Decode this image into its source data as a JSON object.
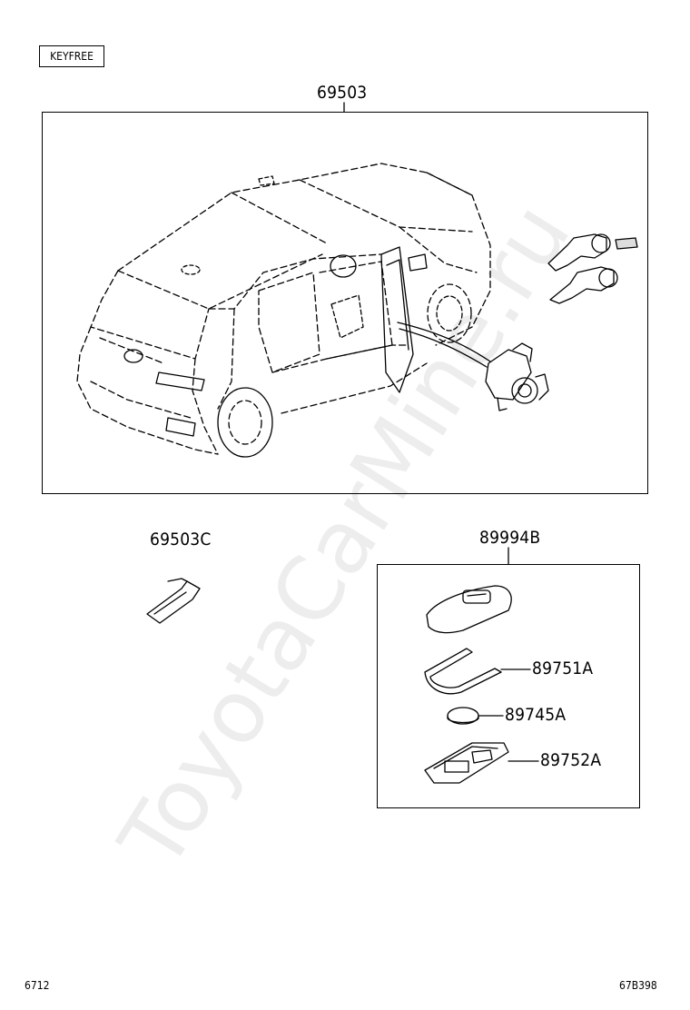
{
  "tag": "KEYFREE",
  "parts": {
    "main_set": "69503",
    "key_plate": "69503C",
    "transmitter_set": "89994B",
    "cover": "89751A",
    "battery": "89745A",
    "case": "89752A"
  },
  "footer": {
    "left_code": "6712",
    "right_code": "67B398"
  },
  "watermark": "ToyotaCarMine.ru"
}
